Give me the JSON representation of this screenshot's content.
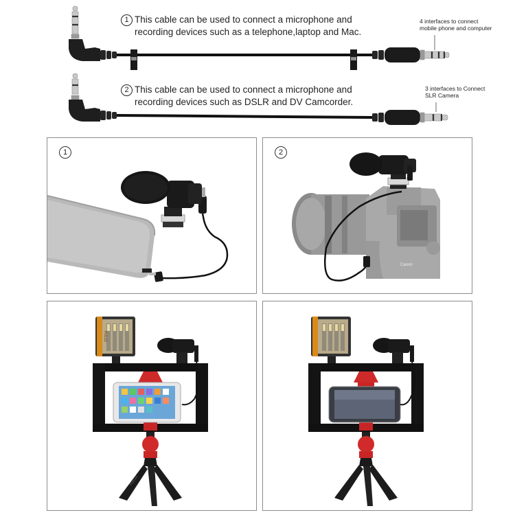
{
  "cable1": {
    "number": "1",
    "line1": "This cable can be used to connect a microphone and",
    "line2": "recording devices such as a telephone,laptop and Mac.",
    "note_line1": "4 interfaces to connect",
    "note_line2": "mobile phone and computer"
  },
  "cable2": {
    "number": "2",
    "line1": "This cable can be used to connect a microphone and",
    "line2": "recording devices such as DSLR and DV Camcorder.",
    "note_line1": "3 interfaces to Connect",
    "note_line2": "SLR Camera"
  },
  "panels": {
    "p1_number": "1",
    "p2_number": "2",
    "camera_brand": "Canon",
    "light_brand": "PULUZ",
    "tripod_brand": "PULUZ"
  }
}
